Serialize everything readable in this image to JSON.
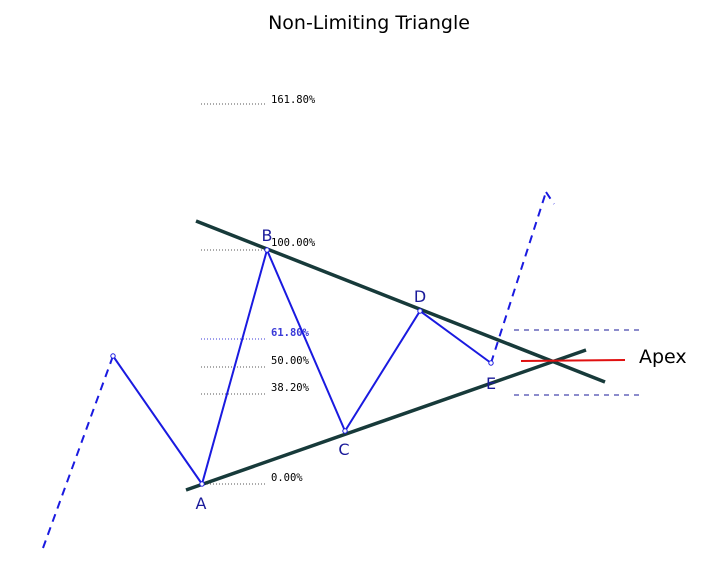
{
  "title": "Non-Limiting Triangle",
  "fib_levels": [
    {
      "label": "161.80%",
      "highlight": false
    },
    {
      "label": "100.00%",
      "highlight": false
    },
    {
      "label": "61.80%",
      "highlight": true
    },
    {
      "label": "50.00%",
      "highlight": false
    },
    {
      "label": "38.20%",
      "highlight": false
    },
    {
      "label": "0.00%",
      "highlight": false
    }
  ],
  "points": {
    "A": "A",
    "B": "B",
    "C": "C",
    "D": "D",
    "E": "E"
  },
  "apex_label": "Apex",
  "colors": {
    "wave": "#1a1ae0",
    "trendline": "#173a3a",
    "apex_line": "#e01010",
    "fib_dots": "#555555"
  }
}
